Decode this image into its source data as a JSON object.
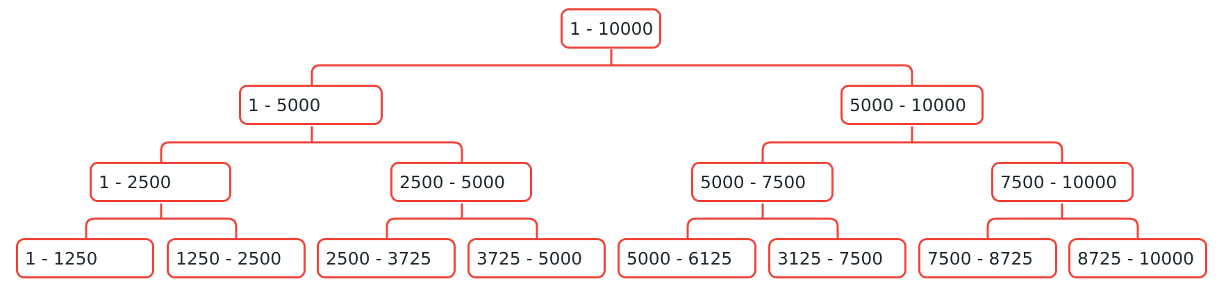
{
  "colors": {
    "stroke": "#f0443a",
    "text": "#1f2a2e",
    "background": "#ffffff"
  },
  "tree": {
    "root": "1 - 10000",
    "level1": [
      "1 - 5000",
      "5000 - 10000"
    ],
    "level2": [
      "1 - 2500",
      "2500 - 5000",
      "5000 - 7500",
      "7500 - 10000"
    ],
    "level3": [
      "1 - 1250",
      "1250 - 2500",
      "2500 - 3725",
      "3725 - 5000",
      "5000 - 6125",
      "3125 - 7500",
      "7500 - 8725",
      "8725 - 10000"
    ]
  }
}
